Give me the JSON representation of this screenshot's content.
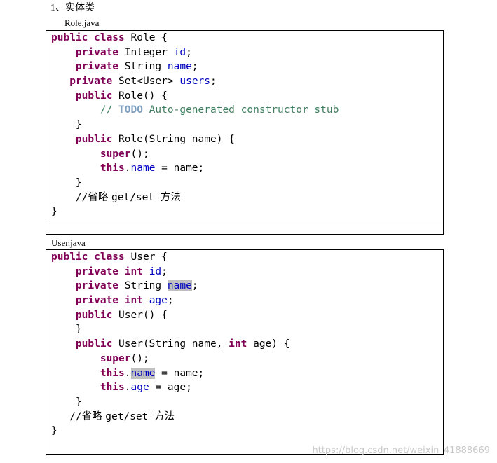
{
  "heading": "1、实体类",
  "files": [
    {
      "name": "Role.java",
      "lines": [
        [
          [
            "kw",
            "public class "
          ],
          [
            "pl",
            "Role {"
          ]
        ],
        [
          [
            "pl",
            "    "
          ],
          [
            "kw",
            "private "
          ],
          [
            "pl",
            "Integer "
          ],
          [
            "fld",
            "id"
          ],
          [
            "pl",
            ";"
          ]
        ],
        [
          [
            "pl",
            "    "
          ],
          [
            "kw",
            "private "
          ],
          [
            "pl",
            "String "
          ],
          [
            "fld",
            "name"
          ],
          [
            "pl",
            ";"
          ]
        ],
        [
          [
            "pl",
            "   "
          ],
          [
            "kw",
            "private "
          ],
          [
            "pl",
            "Set<User> "
          ],
          [
            "fld",
            "users"
          ],
          [
            "pl",
            ";"
          ]
        ],
        [
          [
            "pl",
            "    "
          ],
          [
            "kw",
            "public "
          ],
          [
            "pl",
            "Role() {"
          ]
        ],
        [
          [
            "pl",
            "        "
          ],
          [
            "cmt",
            "// "
          ],
          [
            "todo",
            "TODO"
          ],
          [
            "cmt",
            " Auto-generated constructor stub"
          ]
        ],
        [
          [
            "pl",
            "    }"
          ]
        ],
        [
          [
            "pl",
            "    "
          ],
          [
            "kw",
            "public "
          ],
          [
            "pl",
            "Role(String name) {"
          ]
        ],
        [
          [
            "pl",
            "        "
          ],
          [
            "kw",
            "super"
          ],
          [
            "pl",
            "();"
          ]
        ],
        [
          [
            "pl",
            "        "
          ],
          [
            "kw",
            "this"
          ],
          [
            "pl",
            "."
          ],
          [
            "fld",
            "name"
          ],
          [
            "pl",
            " = name;"
          ]
        ],
        [
          [
            "pl",
            "    }"
          ]
        ],
        [
          [
            "pl",
            "    //"
          ],
          [
            "cjk",
            "省略 "
          ],
          [
            "pl",
            "get/set "
          ],
          [
            "cjk",
            "方法"
          ]
        ],
        [
          [
            "pl",
            "}"
          ]
        ]
      ]
    },
    {
      "name": "User.java",
      "lines": [
        [
          [
            "kw",
            "public class "
          ],
          [
            "pl",
            "User {"
          ]
        ],
        [
          [
            "pl",
            "    "
          ],
          [
            "kw",
            "private int "
          ],
          [
            "fld",
            "id"
          ],
          [
            "pl",
            ";"
          ]
        ],
        [
          [
            "pl",
            "    "
          ],
          [
            "kw",
            "private "
          ],
          [
            "pl",
            "String "
          ],
          [
            "fldhl",
            "name"
          ],
          [
            "pl",
            ";"
          ]
        ],
        [
          [
            "pl",
            "    "
          ],
          [
            "kw",
            "private int "
          ],
          [
            "fld",
            "age"
          ],
          [
            "pl",
            ";"
          ]
        ],
        [
          [
            "pl",
            "    "
          ],
          [
            "kw",
            "public "
          ],
          [
            "pl",
            "User() {"
          ]
        ],
        [
          [
            "pl",
            "    }"
          ]
        ],
        [
          [
            "pl",
            "    "
          ],
          [
            "kw",
            "public "
          ],
          [
            "pl",
            "User(String name, "
          ],
          [
            "kw",
            "int "
          ],
          [
            "pl",
            "age) {"
          ]
        ],
        [
          [
            "pl",
            "        "
          ],
          [
            "kw",
            "super"
          ],
          [
            "pl",
            "();"
          ]
        ],
        [
          [
            "pl",
            "        "
          ],
          [
            "kw",
            "this"
          ],
          [
            "pl",
            "."
          ],
          [
            "fldhl",
            "name"
          ],
          [
            "pl",
            " = name;"
          ]
        ],
        [
          [
            "pl",
            "        "
          ],
          [
            "kw",
            "this"
          ],
          [
            "pl",
            "."
          ],
          [
            "fld",
            "age"
          ],
          [
            "pl",
            " = age;"
          ]
        ],
        [
          [
            "pl",
            "    }"
          ]
        ],
        [
          [
            "pl",
            "   //"
          ],
          [
            "cjk",
            "省略 "
          ],
          [
            "pl",
            "get/set "
          ],
          [
            "cjk",
            "方法"
          ]
        ],
        [
          [
            "pl",
            "}"
          ]
        ]
      ]
    }
  ],
  "watermark": "https://blog.csdn.net/weixin_41888669",
  "colors": {
    "keyword": "#7f0055",
    "field": "#0000c0",
    "comment": "#3f7f5f",
    "todo": "#7f9fbf",
    "highlight": "#c0c0c0"
  }
}
